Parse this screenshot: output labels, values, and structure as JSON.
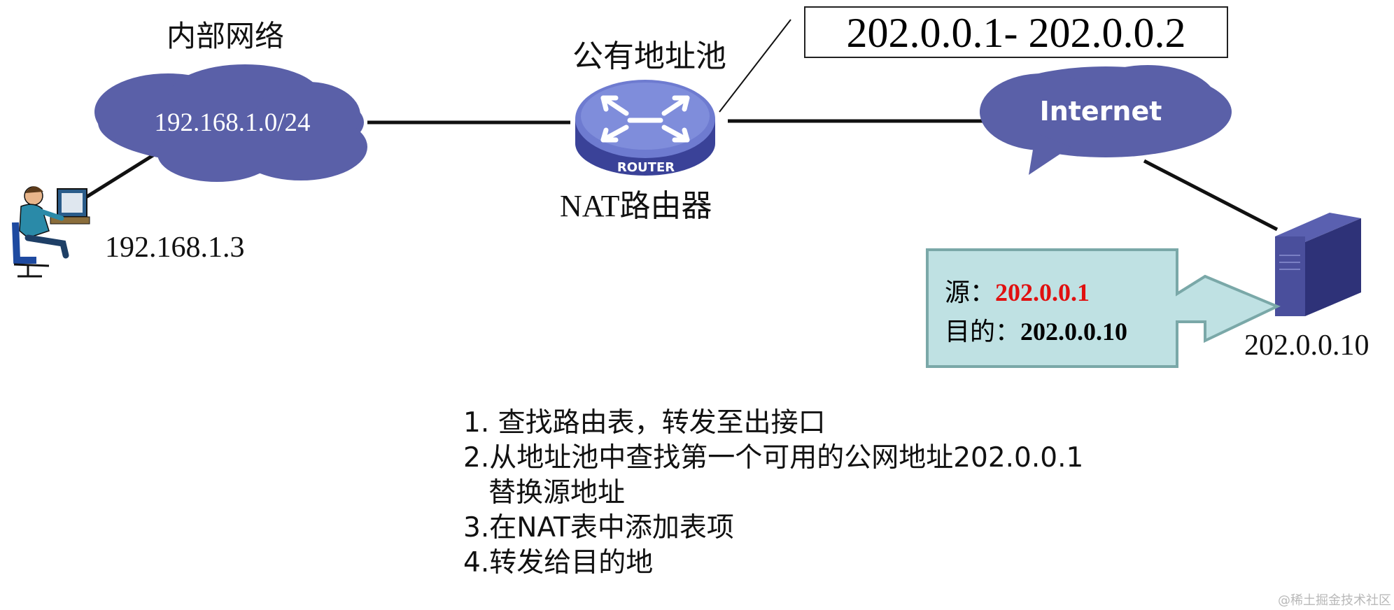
{
  "labels": {
    "internal_network": "内部网络",
    "address_pool": "公有地址池",
    "nat_router": "NAT路由器",
    "internal_subnet": "192.168.1.0/24",
    "host_ip": "192.168.1.3",
    "internet": "Internet",
    "router_badge": "ROUTER",
    "server_ip": "202.0.0.10",
    "pool_range": "202.0.0.1- 202.0.0.2"
  },
  "packet": {
    "src_key": "源：",
    "src_val": "202.0.0.1",
    "dst_key": "目的：",
    "dst_val": "202.0.0.10"
  },
  "steps": [
    "1. 查找路由表，转发至出接口",
    "2.从地址池中查找第一个可用的公网地址202.0.0.1",
    "替换源地址",
    "3.在NAT表中添加表项",
    "4.转发给目的地"
  ],
  "watermark": "@稀土掘金技术社区",
  "colors": {
    "cloud": "#5a60a8",
    "packet_fill": "#bfe1e3",
    "packet_border": "#7aa8a8",
    "highlight": "#e01010",
    "router_top": "#6e7bd0",
    "server": "#3b3f8c"
  },
  "icons": {
    "user": "person-at-computer-icon",
    "router": "router-icon",
    "server": "server-tower-icon",
    "cloud": "cloud-shape"
  }
}
